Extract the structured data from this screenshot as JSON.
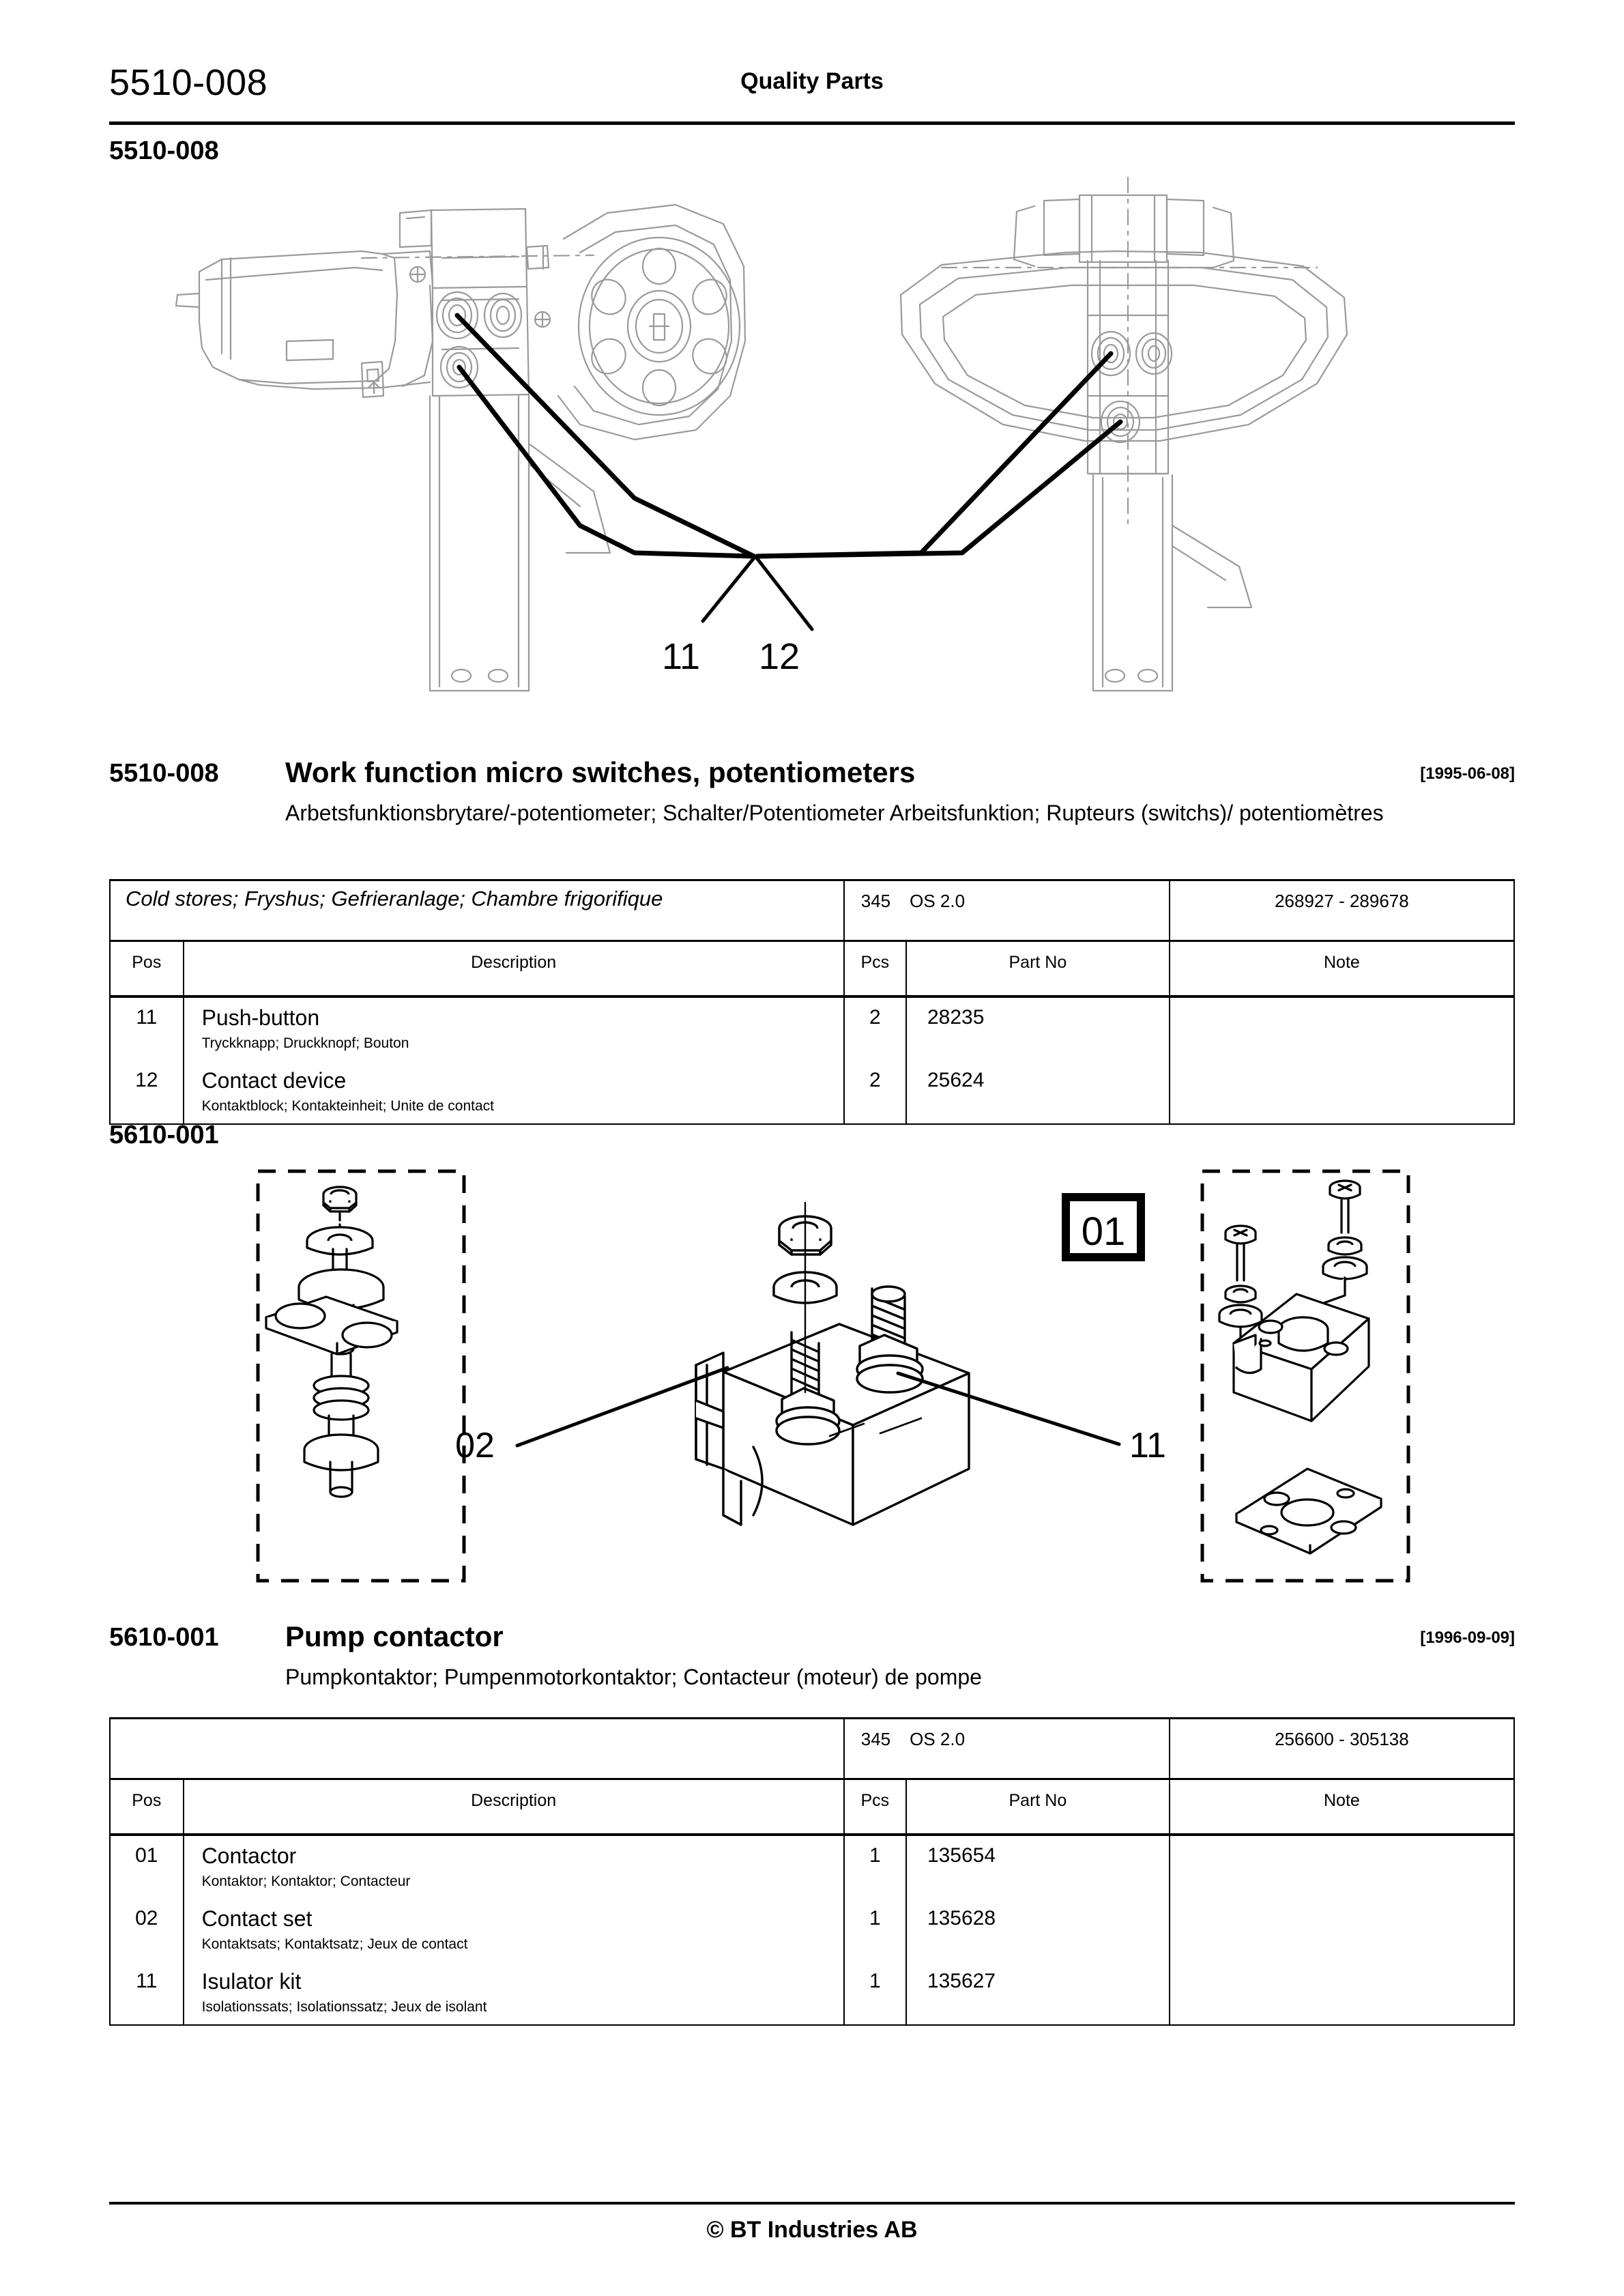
{
  "header": {
    "code": "5510-008",
    "title": "Quality Parts"
  },
  "footer": {
    "copyright": "© BT Industries AB"
  },
  "sections": [
    {
      "section_id": "5510-008",
      "figure": {
        "callouts": [
          {
            "label": "11"
          },
          {
            "label": "12"
          }
        ]
      },
      "title_block": {
        "code": "5510-008",
        "name": "Work function micro switches, potentiometers",
        "date": "[1995-06-08]",
        "subtitle": "Arbetsfunktionsbrytare/-potentiometer; Schalter/Potentiometer Arbeitsfunktion; Rupteurs (switchs)/ potentiomètres"
      },
      "table": {
        "band": {
          "model": "Cold stores; Fryshus; Gefrieranlage; Chambre frigorifique",
          "os_number": "345",
          "os_version": "OS 2.0",
          "serial_range": "268927 - 289678"
        },
        "columns": [
          "Pos",
          "Description",
          "Pcs",
          "Part No",
          "Note"
        ],
        "rows": [
          {
            "pos": "11",
            "description": "Push-button",
            "description_sub": "Tryckknapp; Druckknopf; Bouton",
            "pcs": "2",
            "part_no": "28235",
            "note": ""
          },
          {
            "pos": "12",
            "description": "Contact device",
            "description_sub": "Kontaktblock; Kontakteinheit; Unite de contact",
            "pcs": "2",
            "part_no": "25624",
            "note": ""
          }
        ]
      }
    },
    {
      "section_id": "5610-001",
      "figure": {
        "callouts": [
          {
            "label": "01"
          },
          {
            "label": "02"
          },
          {
            "label": "11"
          }
        ]
      },
      "title_block": {
        "code": "5610-001",
        "name": "Pump contactor",
        "date": "[1996-09-09]",
        "subtitle": "Pumpkontaktor; Pumpenmotorkontaktor; Contacteur (moteur) de pompe"
      },
      "table": {
        "band": {
          "model": "",
          "os_number": "345",
          "os_version": "OS 2.0",
          "serial_range": "256600 - 305138"
        },
        "columns": [
          "Pos",
          "Description",
          "Pcs",
          "Part No",
          "Note"
        ],
        "rows": [
          {
            "pos": "01",
            "description": "Contactor",
            "description_sub": "Kontaktor; Kontaktor; Contacteur",
            "pcs": "1",
            "part_no": "135654",
            "note": ""
          },
          {
            "pos": "02",
            "description": "Contact set",
            "description_sub": "Kontaktsats; Kontaktsatz; Jeux de contact",
            "pcs": "1",
            "part_no": "135628",
            "note": ""
          },
          {
            "pos": "11",
            "description": "Isulator kit",
            "description_sub": "Isolationssats; Isolationssatz; Jeux de isolant",
            "pcs": "1",
            "part_no": "135627",
            "note": ""
          }
        ]
      }
    }
  ]
}
